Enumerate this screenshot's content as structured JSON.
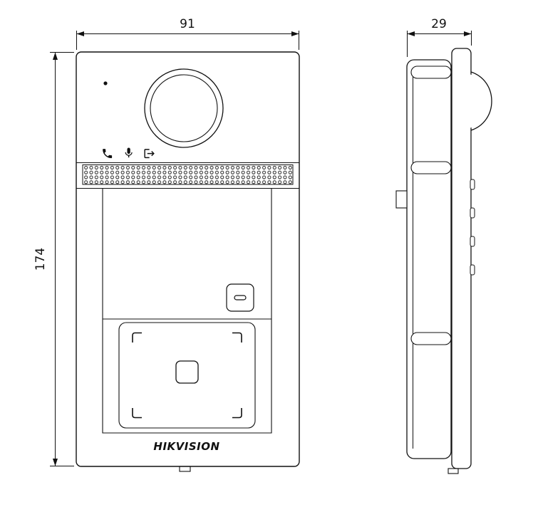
{
  "page": {
    "background": "#ffffff",
    "line_color": "#111111"
  },
  "dimensions": {
    "width": "91",
    "height": "174",
    "depth": "29"
  },
  "front_view": {
    "brand": "HIKVISION",
    "icons": [
      "call-icon",
      "microphone-icon",
      "exit-icon"
    ]
  }
}
